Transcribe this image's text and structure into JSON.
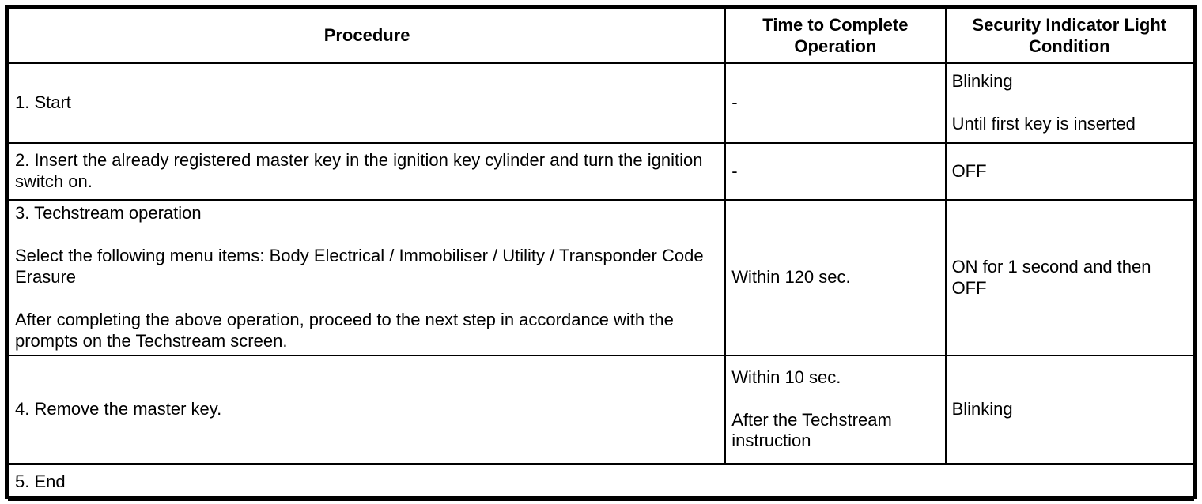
{
  "document": {
    "type": "service-manual-procedure-table",
    "colors": {
      "border": "#000000",
      "text": "#000000",
      "background": "#ffffff"
    }
  },
  "table": {
    "columns": [
      {
        "key": "procedure",
        "label": "Procedure"
      },
      {
        "key": "time",
        "label": "Time to Complete Operation"
      },
      {
        "key": "light",
        "label": "Security Indicator Light Condition"
      }
    ],
    "rows": [
      {
        "procedure": [
          "1. Start"
        ],
        "time": [
          "-"
        ],
        "light": [
          "Blinking",
          "Until first key is inserted"
        ]
      },
      {
        "procedure": [
          "2. Insert the already registered master key in the ignition key cylinder and turn the ignition switch on."
        ],
        "time": [
          "-"
        ],
        "light": [
          "OFF"
        ]
      },
      {
        "procedure": [
          "3. Techstream operation",
          "Select the following menu items: Body Electrical / Immobiliser / Utility / Transponder Code Erasure",
          "After completing the above operation, proceed to the next step in accordance with the prompts on the Techstream screen."
        ],
        "time": [
          "Within 120 sec."
        ],
        "light": [
          "ON for 1 second and then OFF"
        ]
      },
      {
        "procedure": [
          "4. Remove the master key."
        ],
        "time": [
          "Within 10 sec.",
          "After the Techstream instruction"
        ],
        "light": [
          "Blinking"
        ]
      },
      {
        "procedure": [
          "5. End"
        ],
        "span_all": true
      }
    ]
  }
}
